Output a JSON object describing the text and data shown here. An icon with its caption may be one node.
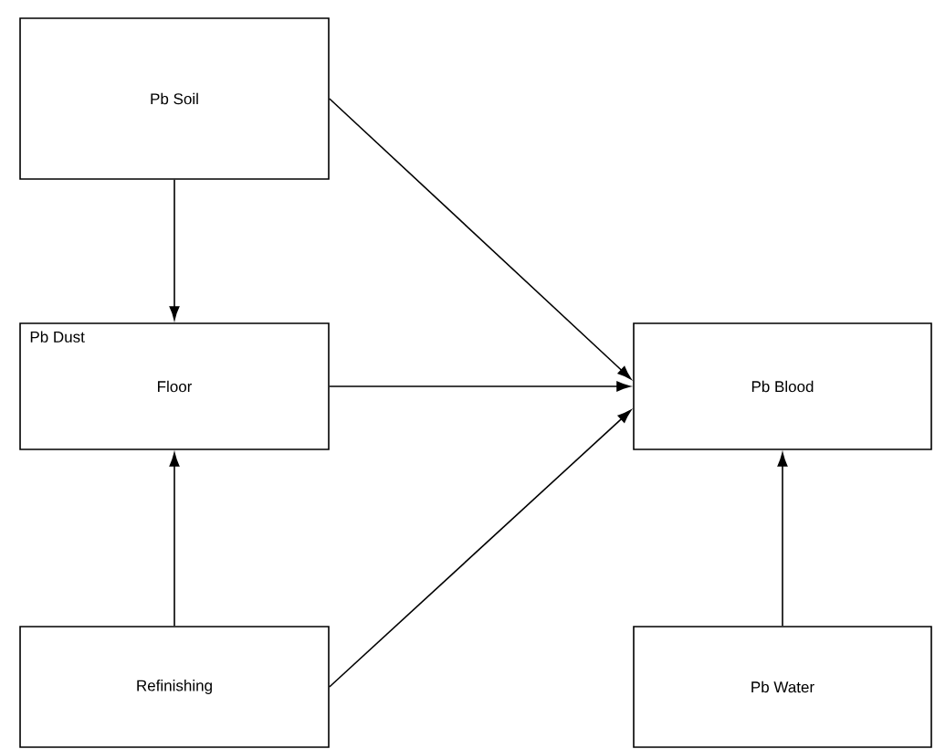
{
  "diagram": {
    "nodes": [
      {
        "text": [
          "Pb Soil"
        ]
      },
      {
        "text": [
          "Pb Dust",
          "Floor"
        ]
      },
      {
        "text": [
          "Pb Blood"
        ]
      },
      {
        "text": [
          "Refinishing"
        ]
      },
      {
        "text": [
          "Pb Water"
        ]
      }
    ],
    "edges": [
      {
        "from": 0,
        "to": 1,
        "arrow": "to"
      },
      {
        "from": 0,
        "to": 2,
        "arrow": "to"
      },
      {
        "from": 1,
        "to": 2,
        "arrow": "to"
      },
      {
        "from": 3,
        "to": 1,
        "arrow": "to"
      },
      {
        "from": 3,
        "to": 2,
        "arrow": "to"
      },
      {
        "from": 4,
        "to": 2,
        "arrow": "to"
      }
    ]
  }
}
